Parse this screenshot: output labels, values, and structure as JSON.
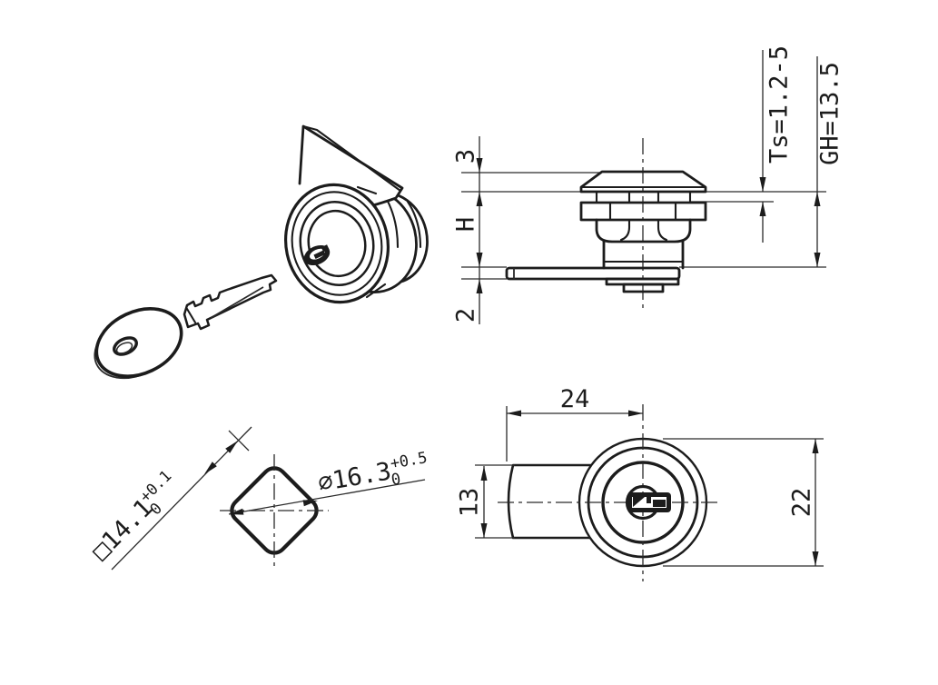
{
  "drawing": {
    "background": "#ffffff",
    "line_color": "#1c1c1c",
    "views": {
      "side": {
        "dims": {
          "head_height": "3",
          "height_h": "H",
          "cam_thickness": "2",
          "panel_thickness": "Ts=1.2-5",
          "housing_height": "GH=13.5"
        }
      },
      "section": {
        "dims": {
          "square": "□14.1",
          "square_tol_upper": "+0.1",
          "square_tol_lower": "0",
          "diameter": "⌀16.3",
          "diameter_tol_upper": "+0.5",
          "diameter_tol_lower": "0"
        }
      },
      "front": {
        "dims": {
          "width": "24",
          "housing_height": "13",
          "diameter": "22"
        }
      }
    }
  }
}
